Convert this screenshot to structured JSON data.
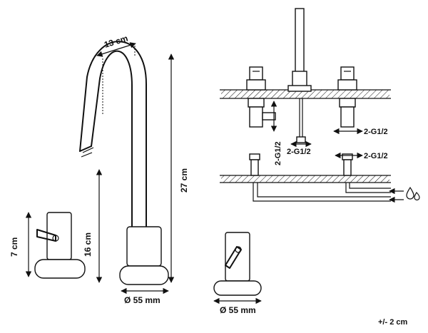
{
  "labels": {
    "spout_width": "13 cm",
    "total_height": "27 cm",
    "spout_height": "16 cm",
    "handle_height": "7 cm",
    "spout_base": "Ø 55 mm",
    "handle_base": "Ø 55 mm",
    "thread_center_vertical": "2-G1/2",
    "thread_center_horizontal": "2-G1/2",
    "thread_right_upper": "2-G1/2",
    "thread_right_lower": "2-G1/2",
    "tolerance": "+/- 2 cm"
  },
  "icons": [
    "water-drops-icon"
  ]
}
